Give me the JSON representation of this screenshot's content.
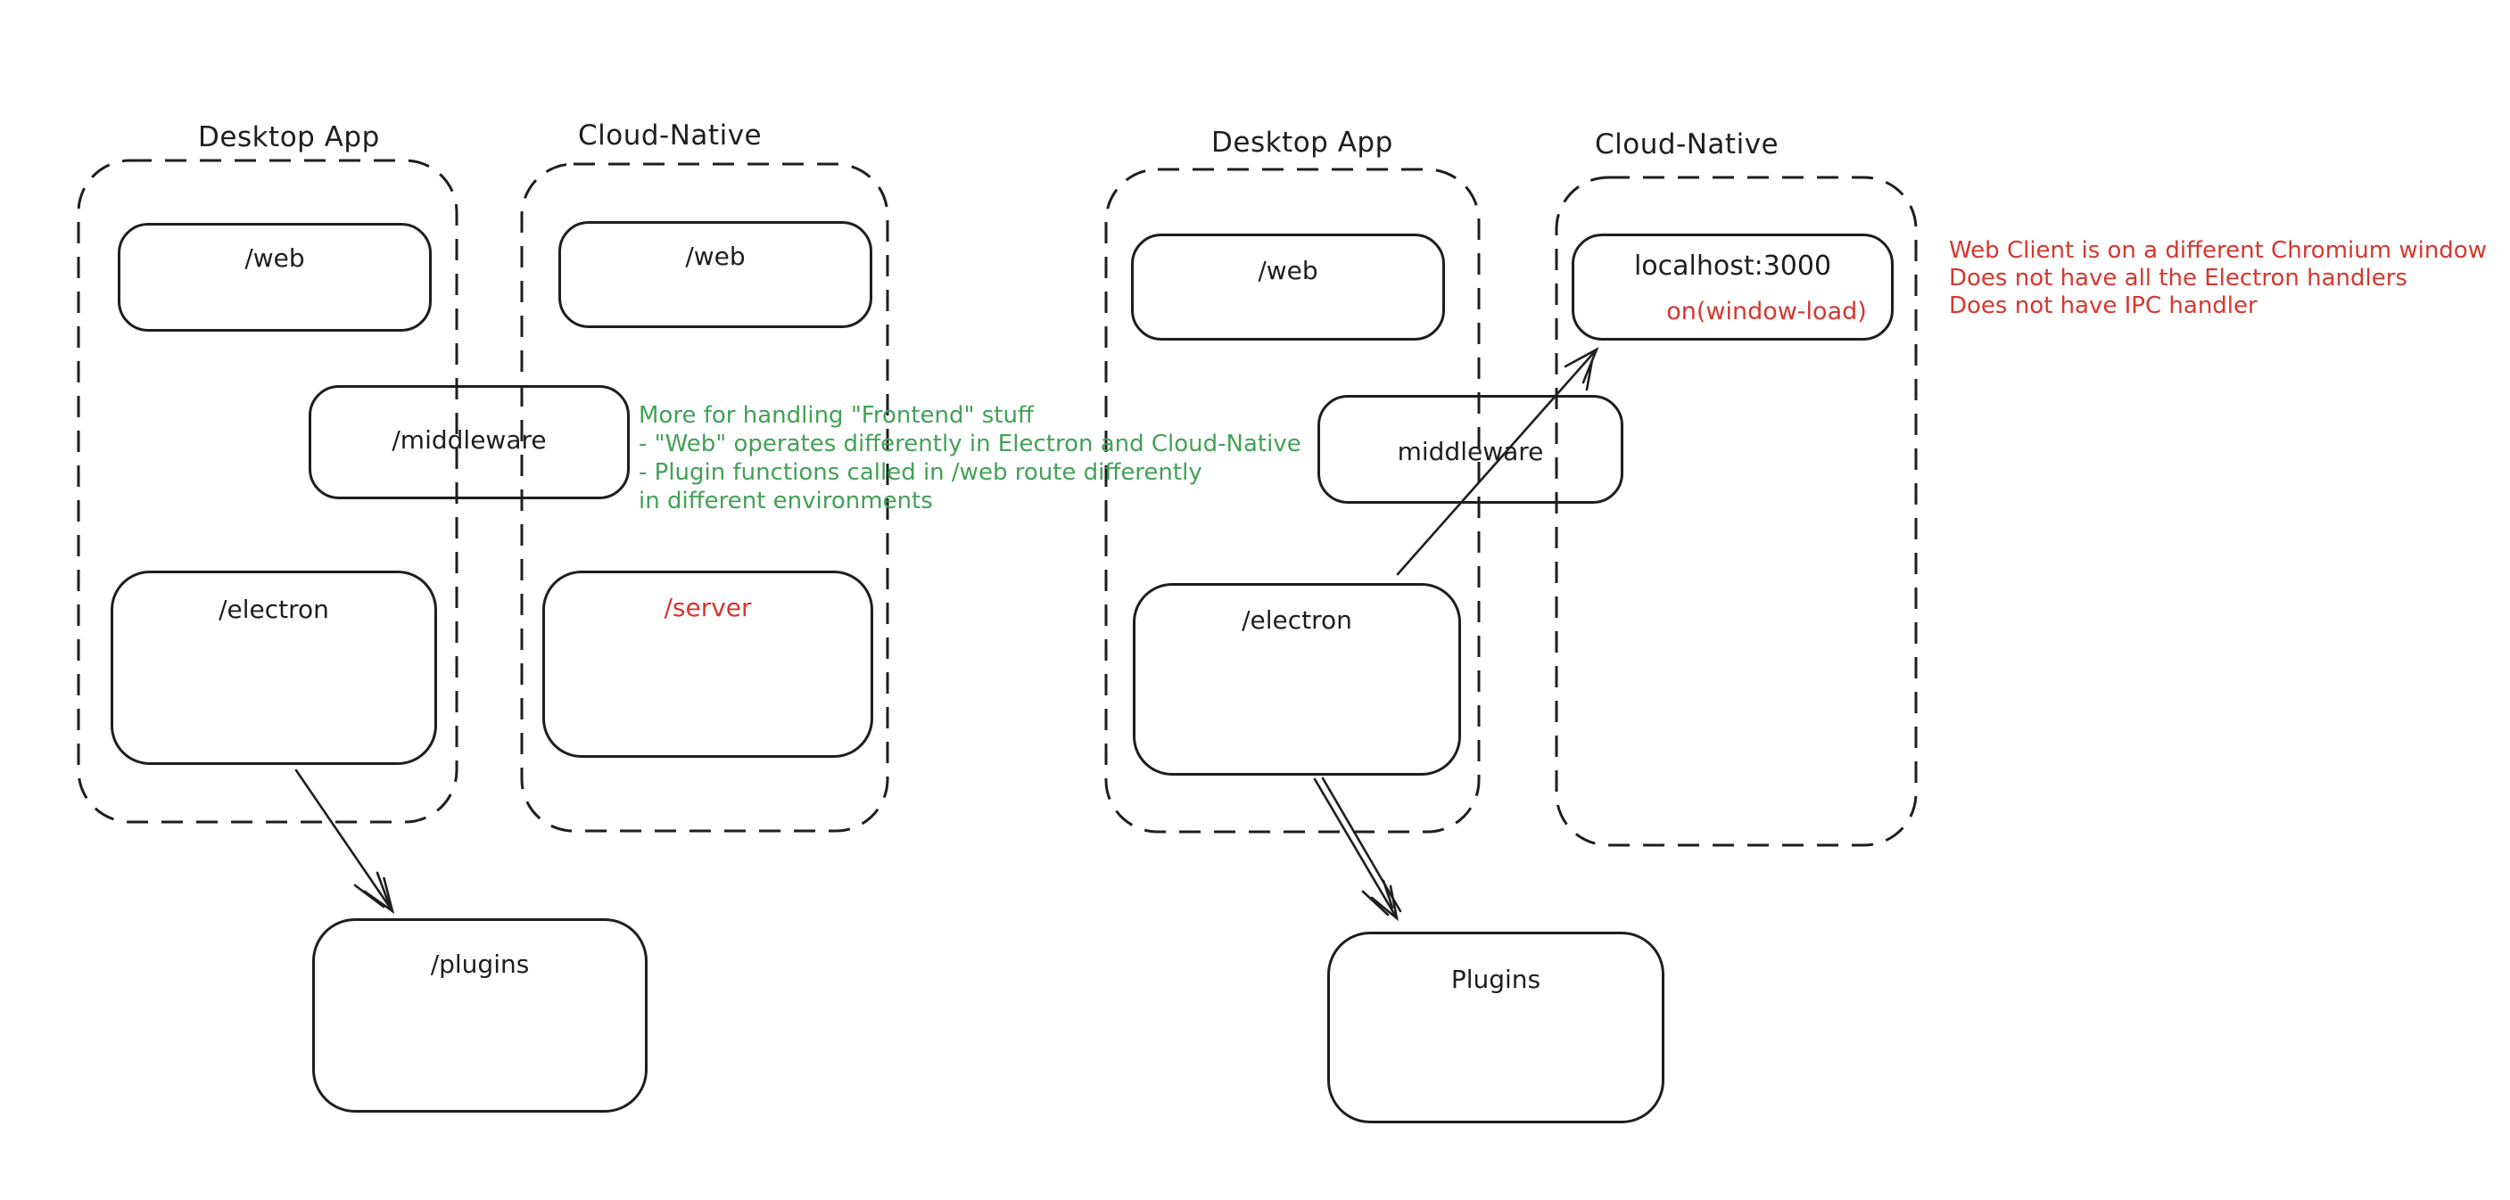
{
  "colors": {
    "stroke": "#1e1e1e",
    "green": "#42a155",
    "red": "#d5372f",
    "background": "#ffffff"
  },
  "left_group": {
    "desktop_container_label": "Desktop App",
    "cloud_container_label": "Cloud-Native",
    "boxes": {
      "web_desktop": "/web",
      "web_cloud": "/web",
      "middleware": "/middleware",
      "electron": "/electron",
      "server": "/server",
      "plugins": "/plugins"
    }
  },
  "right_group": {
    "desktop_container_label": "Desktop App",
    "cloud_container_label": "Cloud-Native",
    "boxes": {
      "web": "/web",
      "localhost": "localhost:3000",
      "window_load": "on(window-load)",
      "middleware": "middleware",
      "electron": "/electron",
      "plugins": "Plugins"
    }
  },
  "annotations": {
    "green_note": {
      "lines": [
        "More for handling \"Frontend\" stuff",
        "- \"Web\" operates differently in Electron and Cloud-Native",
        "- Plugin functions called in /web route differently",
        "in different environments"
      ]
    },
    "red_note": {
      "lines": [
        "Web Client is on a different Chromium window",
        "Does not have all the Electron handlers",
        "Does not have IPC handler"
      ]
    }
  }
}
